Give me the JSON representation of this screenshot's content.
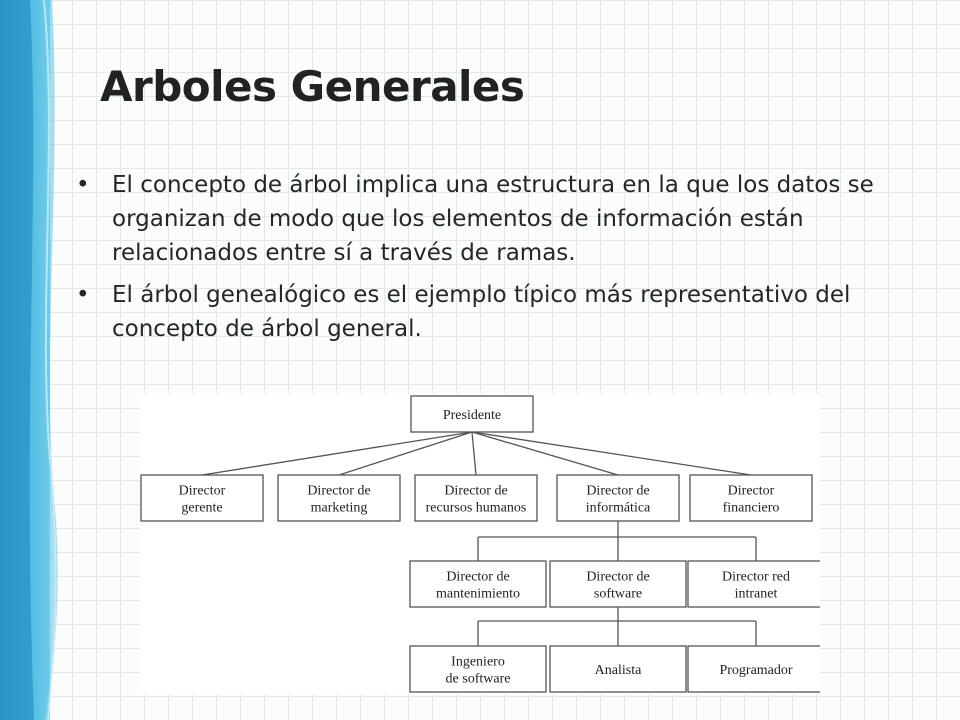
{
  "slide": {
    "title": "Arboles Generales",
    "bullet_glyph": "•",
    "bullets": [
      "El concepto de árbol implica una estructura en la que los datos se organizan de modo que los elementos de información están relacionados entre sí a través de ramas.",
      "El árbol genealógico es el ejemplo típico más representativo del concepto de árbol general."
    ]
  },
  "theme": {
    "accent": "#2a9fd0",
    "accent_light": "#7fd0ea",
    "text": "#262626"
  },
  "diagram": {
    "root": {
      "label": [
        "Presidente"
      ],
      "children": [
        {
          "label": [
            "Director",
            "gerente"
          ]
        },
        {
          "label": [
            "Director de",
            "marketing"
          ]
        },
        {
          "label": [
            "Director de",
            "recursos humanos"
          ]
        },
        {
          "label": [
            "Director de",
            "informática"
          ],
          "children": [
            {
              "label": [
                "Director de",
                "mantenimiento"
              ]
            },
            {
              "label": [
                "Director de",
                "software"
              ],
              "children": [
                {
                  "label": [
                    "Ingeniero",
                    "de software"
                  ]
                },
                {
                  "label": [
                    "Analista"
                  ]
                },
                {
                  "label": [
                    "Programador"
                  ]
                }
              ]
            },
            {
              "label": [
                "Director red",
                "intranet"
              ]
            }
          ]
        },
        {
          "label": [
            "Director",
            "financiero"
          ]
        }
      ]
    }
  }
}
